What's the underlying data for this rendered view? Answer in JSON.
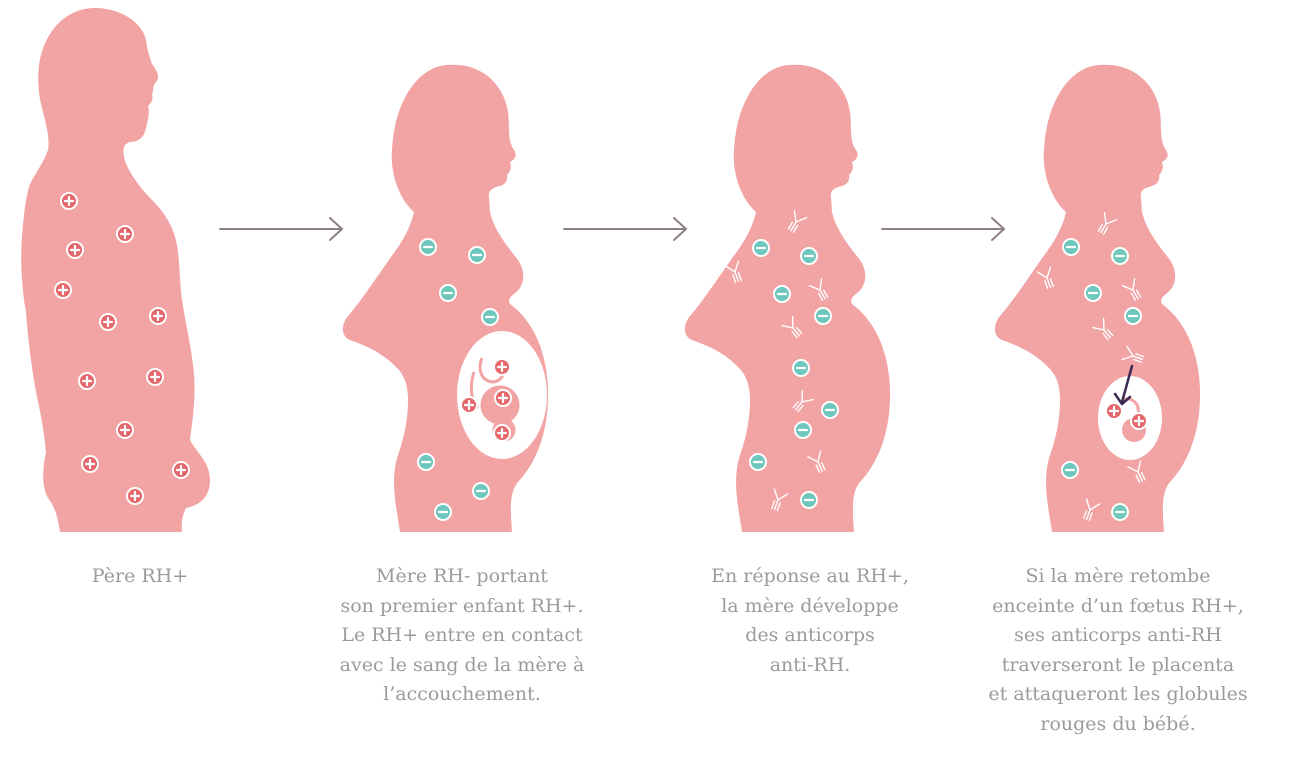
{
  "colors": {
    "silhouette": "#f2a3a4",
    "positive_cell": "#e4686c",
    "negative_cell": "#6ec7bc",
    "antibody": "#ffffff",
    "arrow": "#8e7f87",
    "attack_arrow": "#3a2a52",
    "caption": "#9b9b9b"
  },
  "icons": {
    "positive": "plus-circle-icon",
    "negative": "minus-circle-icon",
    "antibody": "y-antibody-icon"
  },
  "stages": [
    {
      "lines": [
        "Père RH+"
      ]
    },
    {
      "lines": [
        "Mère RH- portant",
        "son premier enfant RH+.",
        "Le RH+ entre en contact",
        "avec le sang de la mère à",
        "l’accouchement."
      ]
    },
    {
      "lines": [
        "En réponse au RH+,",
        "la mère développe",
        "des anticorps",
        "anti-RH."
      ]
    },
    {
      "lines": [
        "Si la mère retombe",
        "enceinte d’un fœtus RH+,",
        "ses anticorps anti-RH",
        "traverseront le placenta",
        "et attaqueront les globules",
        "rouges du bébé."
      ]
    }
  ]
}
